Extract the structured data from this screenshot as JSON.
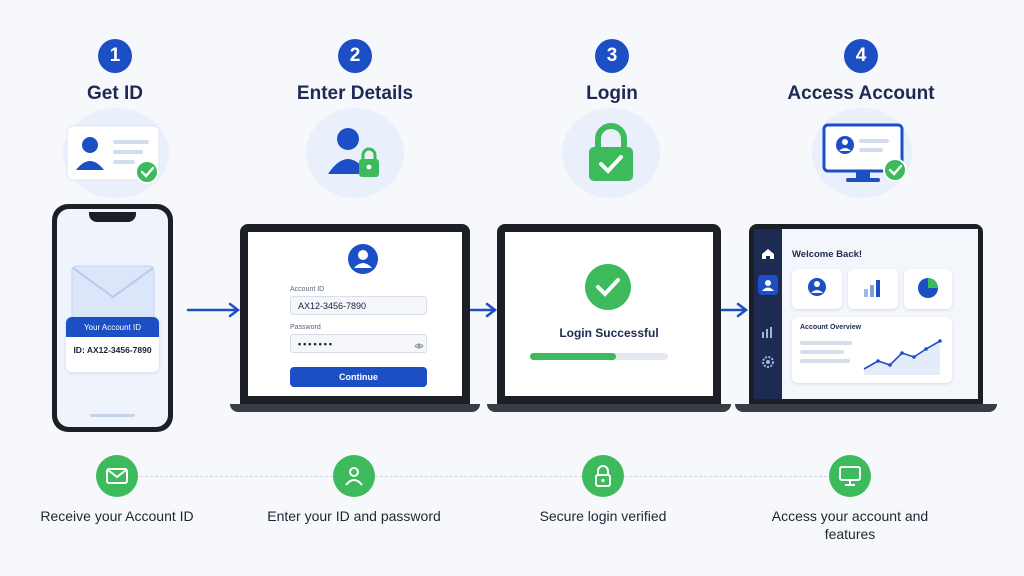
{
  "steps": [
    {
      "number": "1",
      "title": "Get ID",
      "caption": "Receive your Account ID"
    },
    {
      "number": "2",
      "title": "Enter Details",
      "caption": "Enter your ID and password"
    },
    {
      "number": "3",
      "title": "Login",
      "caption": "Secure login verified"
    },
    {
      "number": "4",
      "title": "Access Account",
      "caption": "Access your account and features"
    }
  ],
  "phone": {
    "banner": "Your Account ID",
    "id_text": "ID: AX12-3456-7890"
  },
  "login_form": {
    "account_label": "Account ID",
    "account_value": "AX12-3456-7890",
    "password_label": "Password",
    "password_value": "•••••••",
    "continue_label": "Continue"
  },
  "success": {
    "message": "Login Successful",
    "progress": 0.62
  },
  "dashboard": {
    "welcome": "Welcome Back!",
    "overview_title": "Account Overview"
  },
  "colors": {
    "primary": "#1d4fc4",
    "success": "#3dbb5c",
    "background": "#f7f8fb"
  },
  "icons": {
    "step1": "id-card-icon",
    "step2": "user-lock-icon",
    "step3": "padlock-check-icon",
    "step4": "monitor-check-icon",
    "bottom": [
      "envelope-icon",
      "user-icon",
      "lock-icon",
      "monitor-icon"
    ]
  }
}
